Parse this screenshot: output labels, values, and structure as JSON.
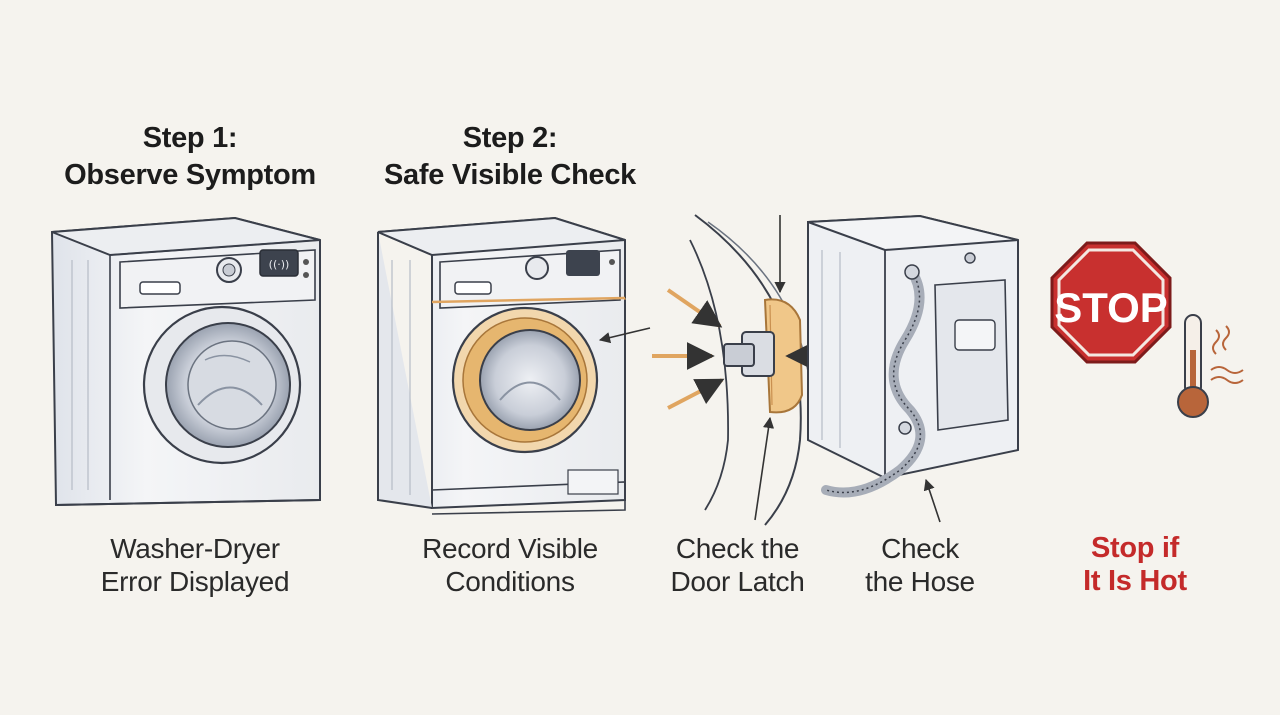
{
  "headings": {
    "step1": {
      "line1": "Step 1:",
      "line2": "Observe Symptom"
    },
    "step2": {
      "line1": "Step 2:",
      "line2": "Safe Visible Check"
    }
  },
  "captions": {
    "washer_error": {
      "line1": "Washer-Dryer",
      "line2": "Error Displayed"
    },
    "record": {
      "line1": "Record Visible",
      "line2": "Conditions"
    },
    "latch": {
      "line1": "Check the",
      "line2": "Door Latch"
    },
    "hose": {
      "line1": "Check",
      "line2": "the Hose"
    },
    "stop": {
      "line1": "Stop if",
      "line2": "It Is Hot"
    }
  },
  "stop_sign": {
    "text": "STOP"
  },
  "colors": {
    "background": "#f5f3ee",
    "ink": "#3a3f4a",
    "accent_orange": "#e0a560",
    "stop_red": "#c8302f",
    "warning_text": "#c42a2a",
    "thermometer_bulb": "#b8653a"
  },
  "icons": [
    "washer-dryer-icon",
    "door-latch-icon",
    "hose-icon",
    "stop-sign-icon",
    "thermometer-icon",
    "heat-waves-icon"
  ]
}
